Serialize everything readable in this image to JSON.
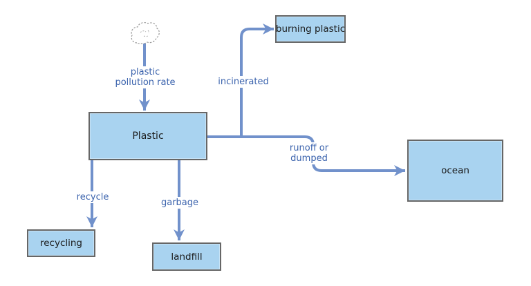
{
  "diagram": {
    "type": "stock-and-flow",
    "stocks": [
      {
        "name": "plastic",
        "label": "Plastic"
      },
      {
        "name": "burning-plastic",
        "label": "burning plastic"
      },
      {
        "name": "ocean",
        "label": "ocean"
      },
      {
        "name": "recycling",
        "label": "recycling"
      },
      {
        "name": "landfill",
        "label": "landfill"
      }
    ],
    "flows": [
      {
        "name": "plastic-pollution-rate",
        "label": "plastic pollution rate",
        "line1": "plastic",
        "line2": "pollution rate",
        "from": "source-cloud",
        "to": "Plastic"
      },
      {
        "name": "incinerated",
        "label": "incinerated",
        "from": "Plastic",
        "to": "burning plastic"
      },
      {
        "name": "runoff-or-dumped",
        "label": "runoff or dumped",
        "line1": "runoff or",
        "line2": "dumped",
        "from": "Plastic",
        "to": "ocean"
      },
      {
        "name": "recycle",
        "label": "recycle",
        "from": "Plastic",
        "to": "recycling"
      },
      {
        "name": "garbage",
        "label": "garbage",
        "from": "Plastic",
        "to": "landfill"
      }
    ],
    "icons": [
      {
        "name": "source-cloud-icon"
      }
    ],
    "colors": {
      "box_fill": "#A9D3F0",
      "box_border": "#666666",
      "flow_stroke": "#7191CB",
      "flow_label_text": "#3B63AD",
      "box_label_text": "#1A1A1A",
      "cloud_outline": "#9A9A9A",
      "background": "#FFFFFF"
    }
  }
}
